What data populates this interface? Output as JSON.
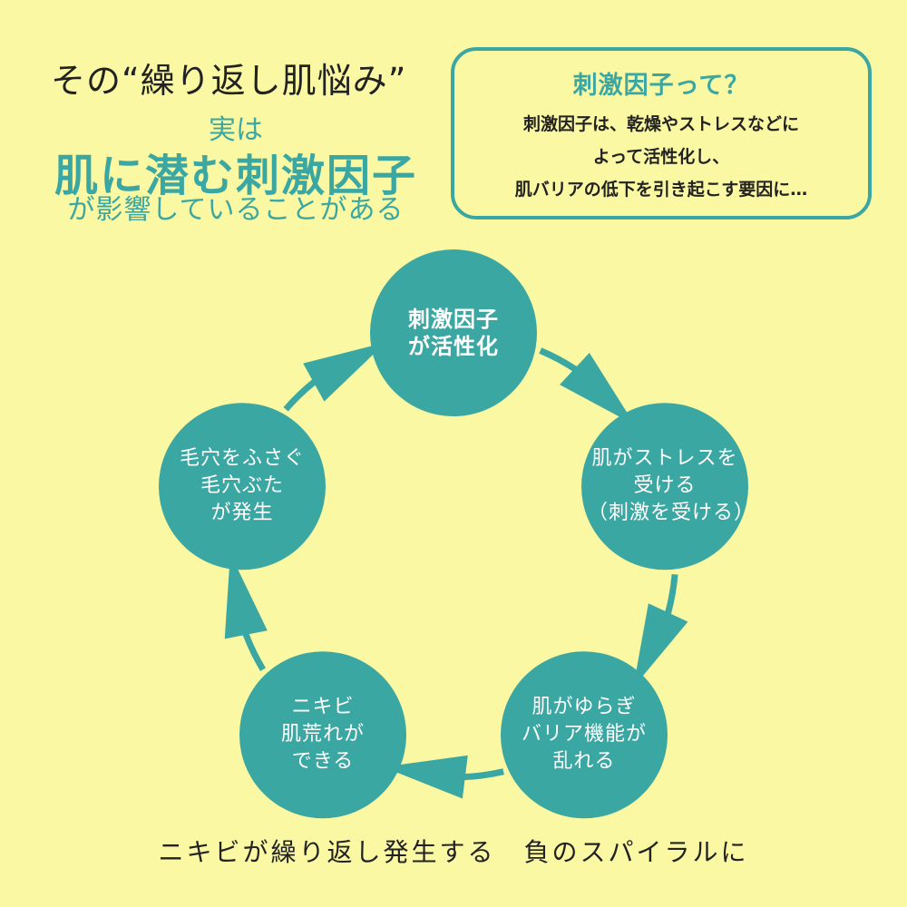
{
  "headline": "その“繰り返し肌悩み”",
  "subheadline": {
    "line1": "実は",
    "line2": "肌に潜む刺激因子",
    "line3": "が影響していることがある"
  },
  "info_box": {
    "title": "刺激因子って？",
    "lines": [
      "刺激因子は、乾燥やストレスなどに",
      "よって活性化し、",
      "肌バリアの低下を引き起こす要因に…"
    ]
  },
  "cycle": {
    "nodes": [
      {
        "id": "activation",
        "lines": [
          "刺激因子",
          "が活性化"
        ]
      },
      {
        "id": "stress",
        "lines": [
          "肌がストレスを",
          "受ける",
          "（刺激を受ける）"
        ]
      },
      {
        "id": "barrier",
        "lines": [
          "肌がゆらぎ",
          "バリア機能が",
          "乱れる"
        ]
      },
      {
        "id": "acne",
        "lines": [
          "ニキビ",
          "肌荒れが",
          "できる"
        ]
      },
      {
        "id": "pores",
        "lines": [
          "毛穴をふさぐ",
          "毛穴ぶた",
          "が発生"
        ]
      }
    ]
  },
  "footer": "ニキビが繰り返し発生する　負のスパイラルに",
  "colors": {
    "background": "#fbf8a3",
    "teal": "#3aa7a2",
    "text": "#222222"
  }
}
